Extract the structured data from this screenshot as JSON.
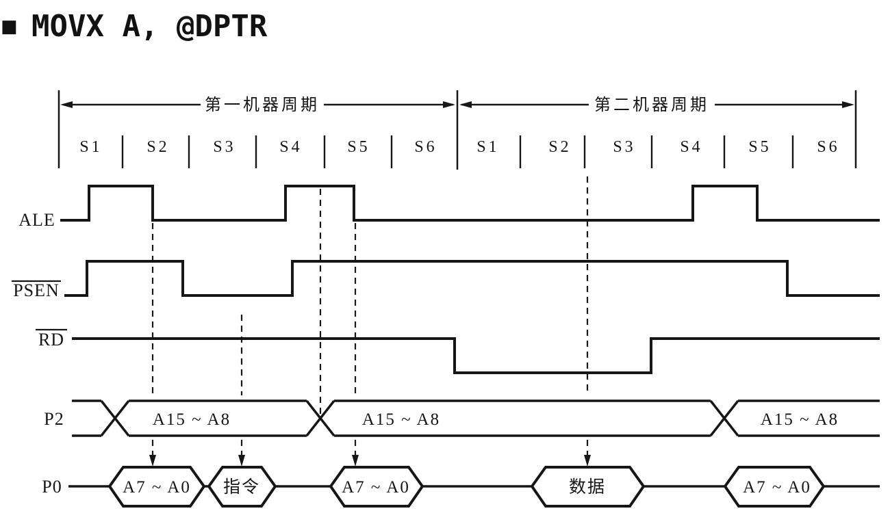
{
  "page": {
    "background": "#ffffff",
    "ink": "#161616"
  },
  "title": {
    "bullet": "■",
    "text": "MOVX A, @DPTR"
  },
  "cycles": [
    {
      "label": "第一机器周期",
      "states": [
        "S1",
        "S2",
        "S3",
        "S4",
        "S5",
        "S6"
      ]
    },
    {
      "label": "第二机器周期",
      "states": [
        "S1",
        "S2",
        "S3",
        "S4",
        "S5",
        "S6"
      ]
    }
  ],
  "signals": {
    "ale": {
      "label": "ALE",
      "overline": false
    },
    "psen": {
      "label": "PSEN",
      "overline": true
    },
    "rd": {
      "label": "RD",
      "overline": true
    },
    "p2": {
      "label": "P2",
      "bus_values": [
        "A15 ~ A8",
        "A15 ~ A8",
        "A15 ~ A8"
      ]
    },
    "p0": {
      "label": "P0",
      "bus_values": [
        "A7 ~ A0",
        "指令",
        "A7 ~ A0",
        "数据",
        "A7 ~ A0"
      ]
    }
  }
}
